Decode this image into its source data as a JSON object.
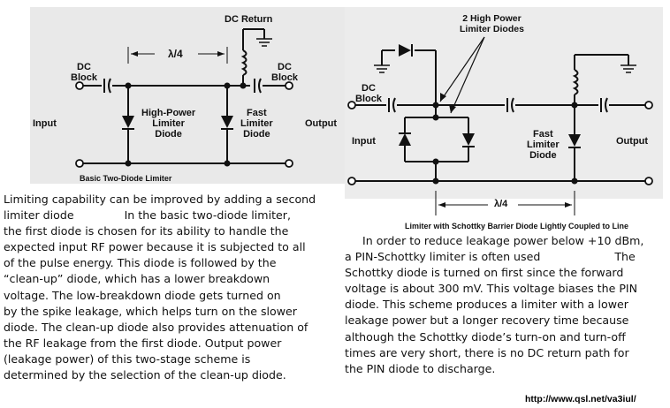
{
  "left_diagram": {
    "dc_return": "DC Return",
    "lambda": "λ/4",
    "dc_block_left": [
      "DC",
      "Block"
    ],
    "dc_block_right": [
      "DC",
      "Block"
    ],
    "input": "Input",
    "output": "Output",
    "diode1": [
      "High-Power",
      "Limiter",
      "Diode"
    ],
    "diode2": [
      "Fast",
      "Limiter",
      "Diode"
    ],
    "caption": "Basic Two-Diode Limiter"
  },
  "right_diagram": {
    "limiter_diodes": [
      "2 High Power",
      "Limiter Diodes"
    ],
    "dc_block": [
      "DC",
      "Block"
    ],
    "input": "Input",
    "output": "Output",
    "fast_diode": [
      "Fast",
      "Limiter",
      "Diode"
    ],
    "lambda": "λ/4",
    "caption": "Limiter with Schottky Barrier Diode Lightly Coupled to Line"
  },
  "left_paragraph": [
    "Limiting capability can be improved by adding a second",
    "limiter diode",
    "In the basic two-diode limiter,",
    "the first diode is chosen for its ability to handle the",
    "expected input RF power because it is subjected to all",
    "of the pulse energy. This diode is followed by the",
    "“clean-up” diode, which has a lower breakdown",
    "voltage. The low-breakdown diode gets turned on",
    "by the spike leakage, which helps turn on the slower",
    "diode. The clean-up diode also provides attenuation of",
    "the RF leakage from the first diode. Output power",
    "(leakage power) of this two-stage scheme is",
    "determined by the selection of the clean-up diode."
  ],
  "right_paragraph": [
    "In order to reduce leakage power below +10 dBm,",
    "a PIN-Schottky limiter is often used",
    "The",
    "Schottky diode is turned on first since the forward",
    "voltage is about 300 mV. This voltage biases the PIN",
    "diode. This scheme produces a limiter with a lower",
    "leakage power but a longer recovery time because",
    "although the Schottky diode’s turn-on and turn-off",
    "times are very short, there is no DC return path for",
    "the PIN diode to discharge."
  ],
  "url": "http://www.qsl.net/va3iul/"
}
